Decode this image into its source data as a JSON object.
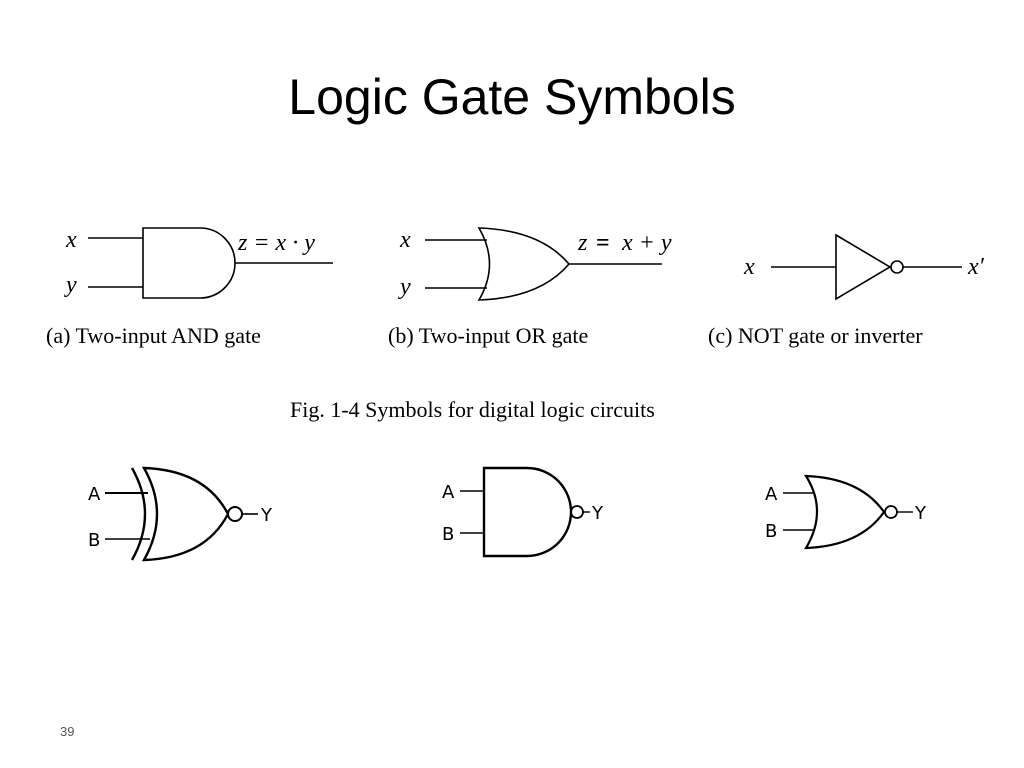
{
  "slide": {
    "title": "Logic Gate Symbols",
    "page_number": "39"
  },
  "figure": {
    "caption": "Fig. 1-4  Symbols for digital logic circuits",
    "and_gate": {
      "input_x": "x",
      "input_y": "y",
      "output": "z = x · y",
      "label": "(a) Two-input AND gate"
    },
    "or_gate": {
      "input_x": "x",
      "input_y": "y",
      "output_z": "z",
      "output_eq": "=",
      "output_rest": "x + y",
      "label": "(b) Two-input OR gate"
    },
    "not_gate": {
      "input": "x",
      "output": "x′",
      "label": "(c) NOT gate or inverter"
    }
  },
  "bottom_gates": {
    "xnor": {
      "input_a": "A",
      "input_b": "B",
      "output": "Y"
    },
    "nand": {
      "input_a": "A",
      "input_b": "B",
      "output": "Y"
    },
    "nor": {
      "input_a": "A",
      "input_b": "B",
      "output": "Y"
    }
  }
}
